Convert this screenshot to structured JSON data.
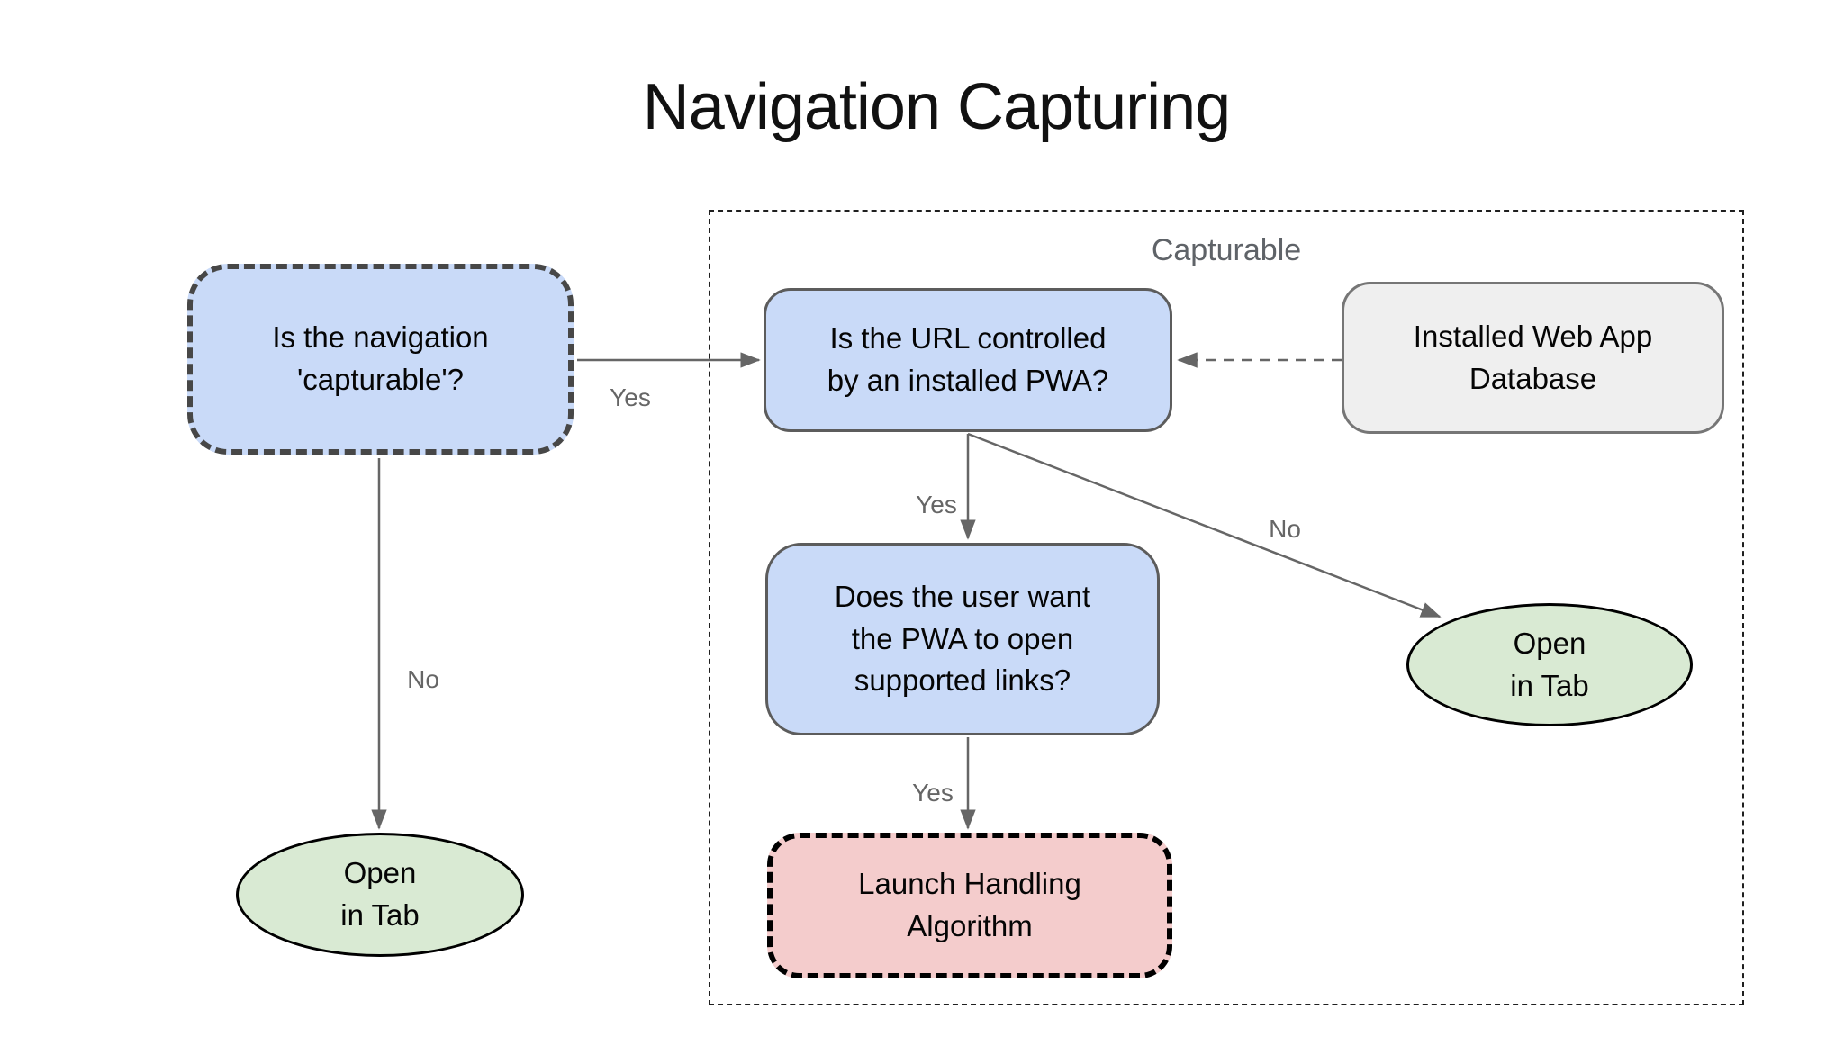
{
  "title": "Navigation Capturing",
  "container": {
    "label": "Capturable"
  },
  "nodes": {
    "is_navigation_capturable": {
      "text": "Is the navigation\n'capturable'?"
    },
    "is_url_controlled": {
      "text": "Is the URL controlled\nby an installed PWA?"
    },
    "installed_web_app_database": {
      "text": "Installed Web App\nDatabase"
    },
    "does_user_want": {
      "text": "Does the user want\nthe PWA to open\nsupported links?"
    },
    "launch_handling_algorithm": {
      "text": "Launch Handling\nAlgorithm"
    },
    "open_in_tab_left": {
      "text": "Open\nin Tab"
    },
    "open_in_tab_right": {
      "text": "Open\nin Tab"
    }
  },
  "edge_labels": {
    "nav_yes": "Yes",
    "nav_no": "No",
    "url_yes": "Yes",
    "url_no": "No",
    "does_yes": "Yes"
  },
  "colors": {
    "background": "#ffffff",
    "title_text": "#111111",
    "node_text": "#050505",
    "node_blue": "#c9daf8",
    "node_green": "#d9ead3",
    "node_red": "#f4cccc",
    "node_gray": "#efefef",
    "border_dark_gray": "#474747",
    "border_gray": "#5c5c5c",
    "border_db_gray": "#767676",
    "border_black": "#000000",
    "container_border": "#1f1f1f",
    "container_label": "#5f6368",
    "arrow": "#666666",
    "edge_label": "#666666"
  }
}
